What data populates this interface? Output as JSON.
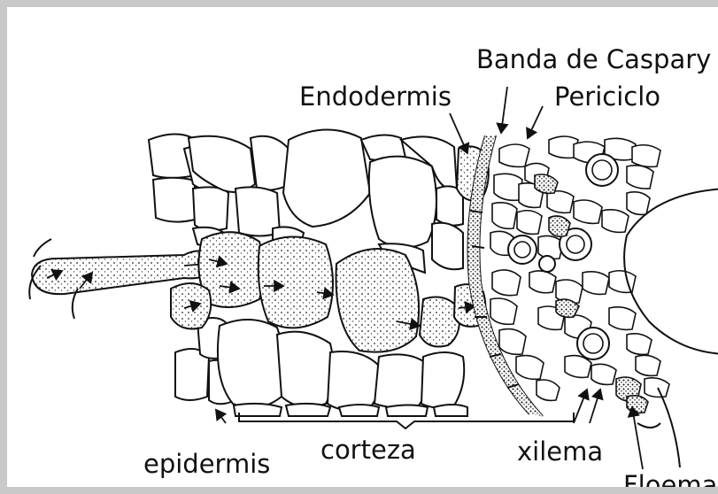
{
  "labels": {
    "banda_de_caspary": "Banda de Caspary",
    "endodermis": "Endodermis",
    "periciclo": "Periciclo",
    "epidermis": "epidermis",
    "corteza": "corteza",
    "xilema": "xilema",
    "floema": "Floema"
  },
  "colors": {
    "frame_border": "#c9c9c9",
    "ink": "#111111",
    "background": "#ffffff"
  }
}
